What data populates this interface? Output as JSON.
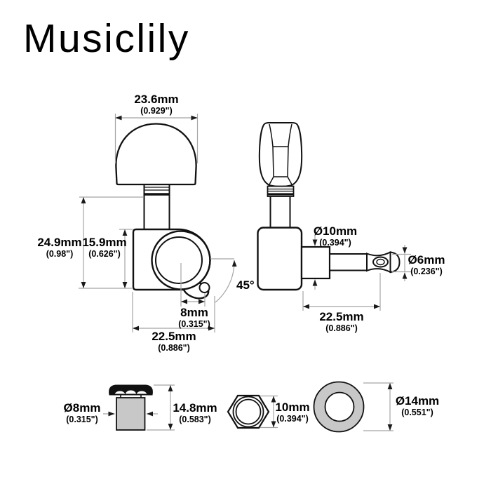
{
  "brand": {
    "logo": "Musiclily"
  },
  "colors": {
    "outline": "#111111",
    "dimension_line": "#a5a5a5",
    "arrow": "#1a1a1a",
    "gray_fill": "#c8c8c8",
    "background": "#ffffff",
    "text": "#000000"
  },
  "dims": {
    "button_width": {
      "mm": "23.6mm",
      "inch": "(0.929\")"
    },
    "overall_height": {
      "mm": "24.9mm",
      "inch": "(0.98\")"
    },
    "housing_height": {
      "mm": "15.9mm",
      "inch": "(0.626\")"
    },
    "screw_hole_offset": {
      "mm": "8mm",
      "inch": "(0.315\")"
    },
    "housing_width": {
      "mm": "22.5mm",
      "inch": "(0.886\")"
    },
    "tab_angle": "45°",
    "post_base_diameter": {
      "mm": "Ø10mm",
      "inch": "(0.394\")"
    },
    "string_post_diameter": {
      "mm": "Ø6mm",
      "inch": "(0.236\")"
    },
    "post_length": {
      "mm": "22.5mm",
      "inch": "(0.886\")"
    },
    "bushing_diameter": {
      "mm": "Ø8mm",
      "inch": "(0.315\")"
    },
    "bushing_height": {
      "mm": "14.8mm",
      "inch": "(0.583\")"
    },
    "hex_nut_size": {
      "mm": "10mm",
      "inch": "(0.394\")"
    },
    "washer_diameter": {
      "mm": "Ø14mm",
      "inch": "(0.551\")"
    }
  }
}
